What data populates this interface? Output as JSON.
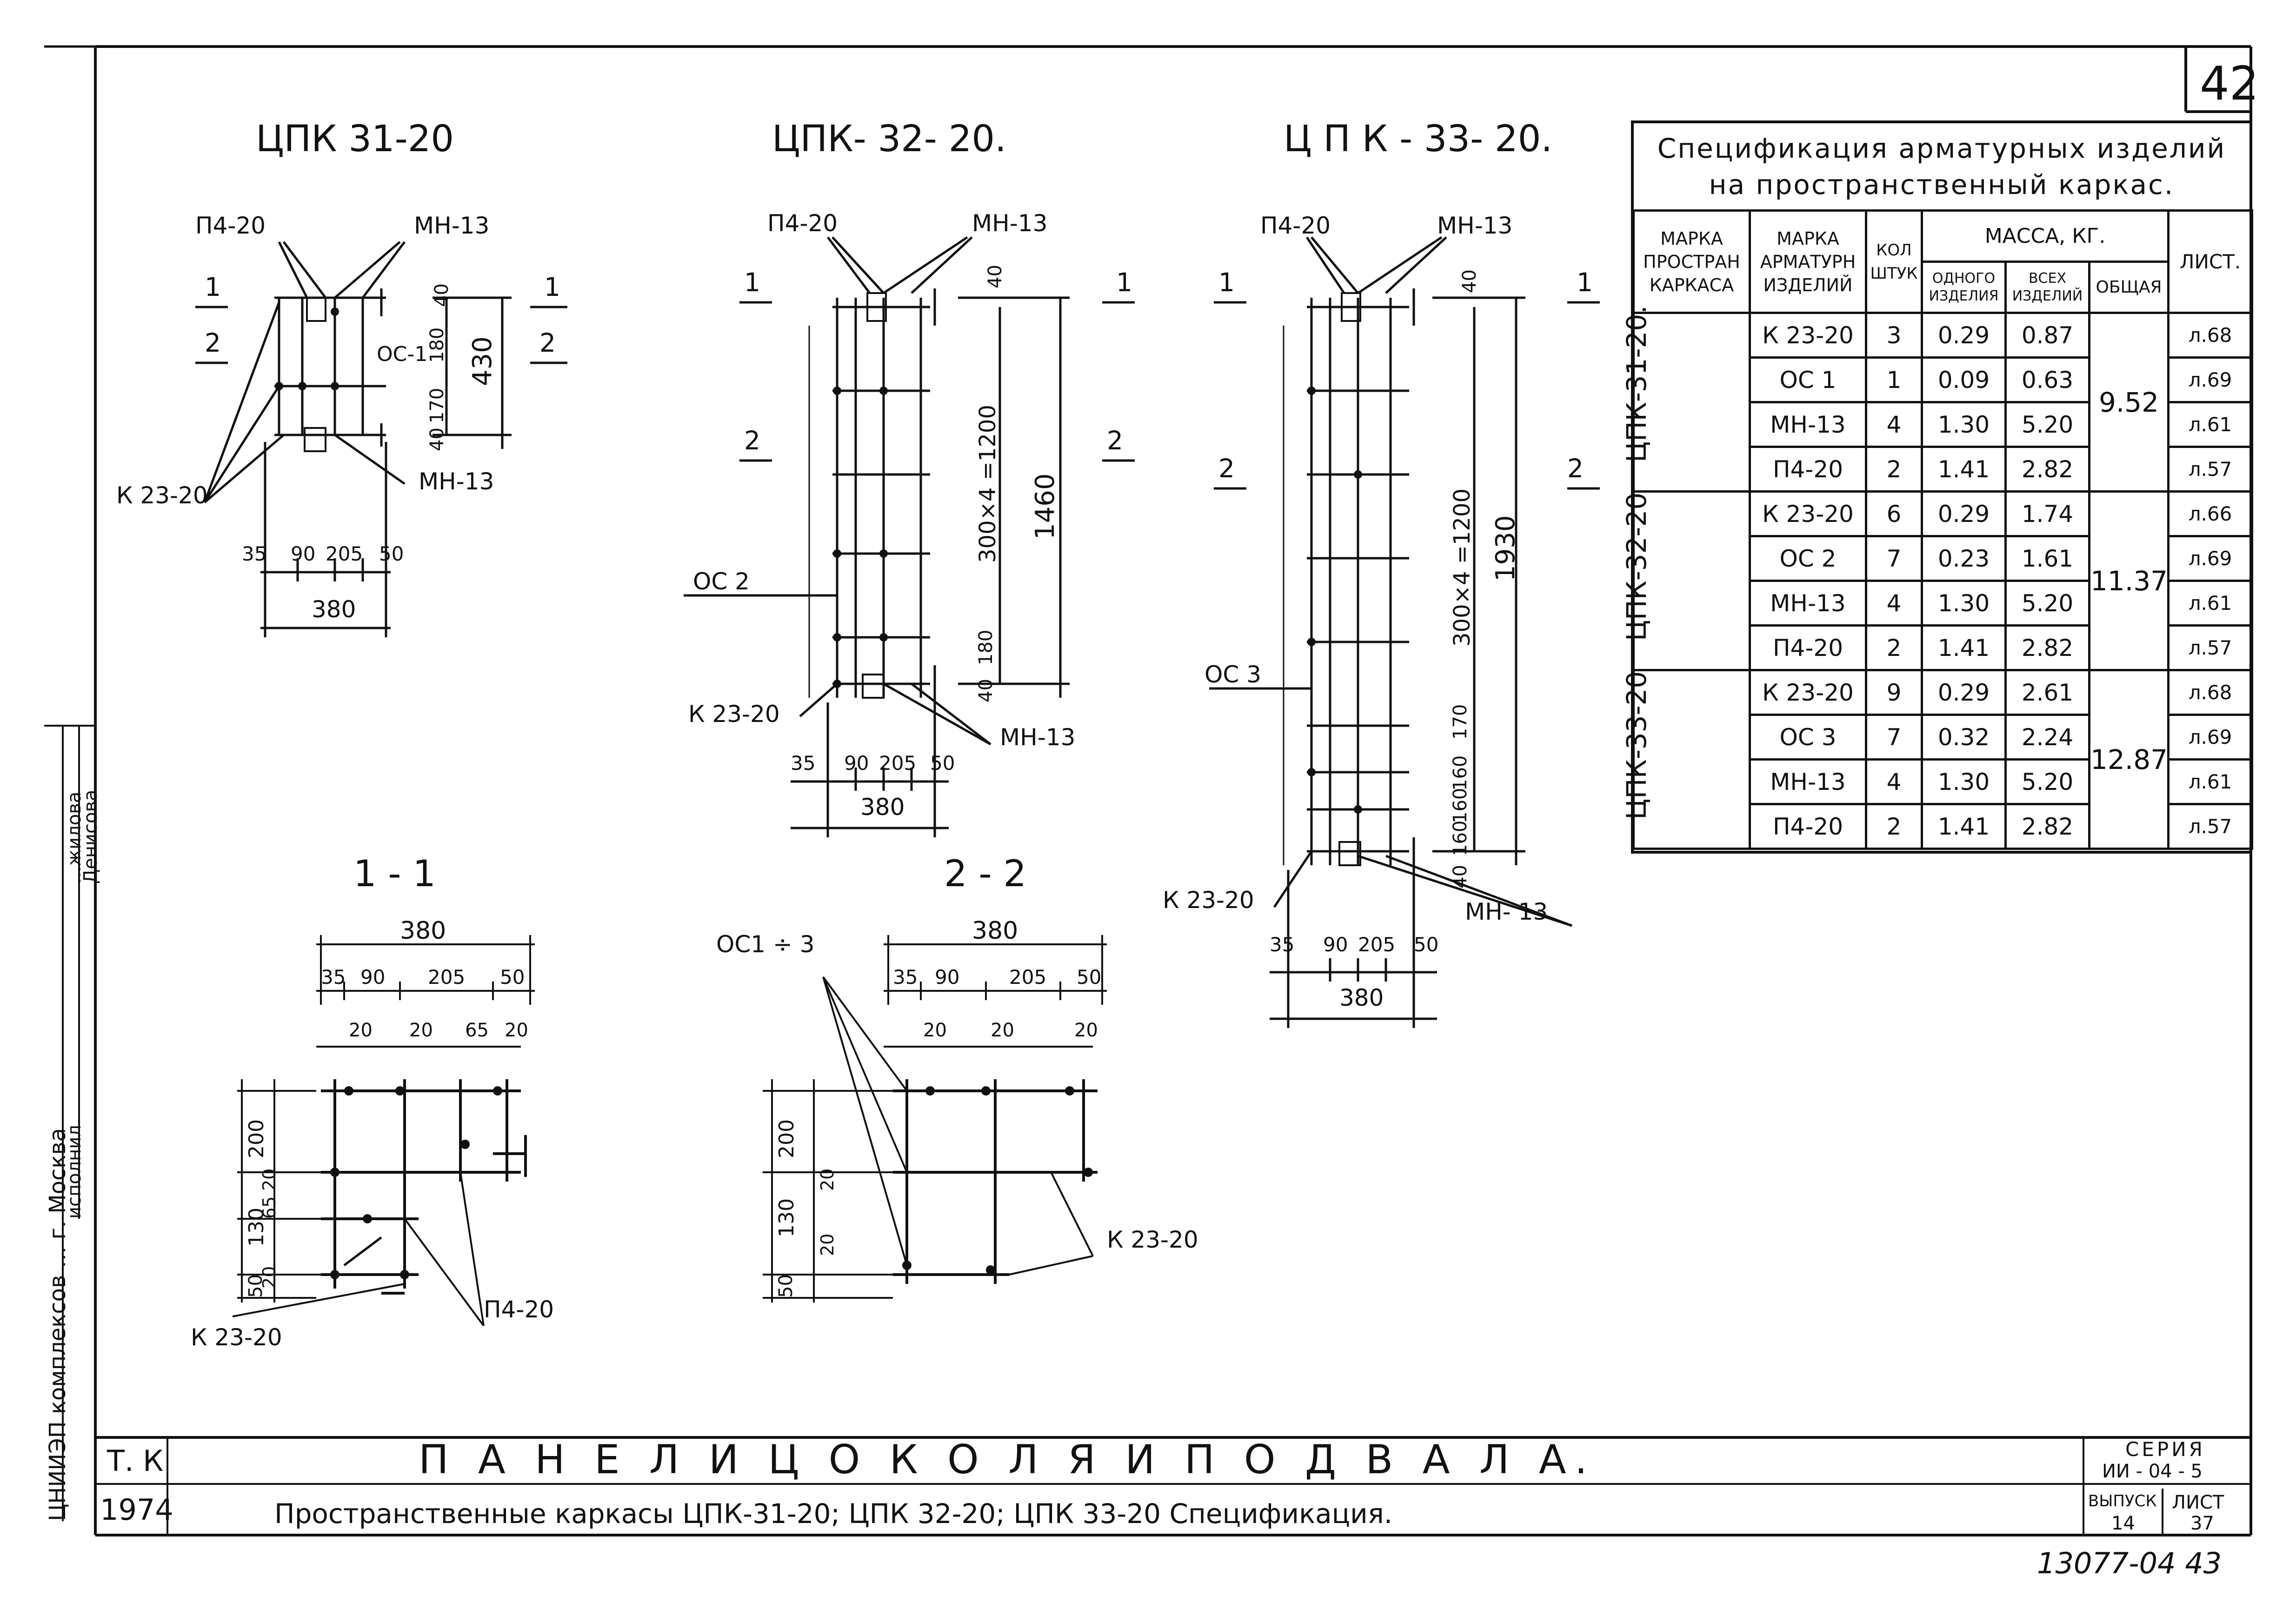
{
  "sheet_number": "42",
  "stamp": "13077-04  43",
  "left_margin": {
    "org": "ЦНИИЭП комплексов ... г. Москва",
    "role": "исполнил",
    "name_top": "...жилова",
    "name": "Денисова"
  },
  "drawings": {
    "cpk31": {
      "title": "ЦПК 31-20",
      "p4": "П4-20",
      "mn_top": "МН-13",
      "mn_bottom": "МН-13",
      "k": "К 23-20",
      "os": "ОС-1",
      "cut1": "1",
      "cut1r": "1",
      "cut2": "2",
      "cut2r": "2",
      "d40": "40",
      "d180": "180",
      "d170": "170",
      "d40b": "40",
      "d430": "430",
      "w35": "35",
      "w90": "90",
      "w205": "205",
      "w50": "50",
      "w380": "380"
    },
    "cpk32": {
      "title": "ЦПК- 32- 20.",
      "p4": "П4-20",
      "mn_top": "МН-13",
      "mn_bottom": "МН-13",
      "k": "К 23-20",
      "os": "ОС 2",
      "cut1": "1",
      "cut1r": "1",
      "cut2": "2",
      "cut2r": "2",
      "d40": "40",
      "d300": "300×4 =1200",
      "d1460": "1460",
      "d180": "180",
      "d40b": "40",
      "w35": "35",
      "w90": "90",
      "w205": "205",
      "w50": "50",
      "w380": "380"
    },
    "cpk33": {
      "title": "Ц П К - 33- 20.",
      "p4": "П4-20",
      "mn_top": "МН-13",
      "mn_bottom": "МН- 13",
      "k": "К 23-20",
      "os": "ОС 3",
      "cut1": "1",
      "cut1r": "1",
      "cut2": "2",
      "cut2r": "2",
      "d40": "40",
      "d300": "300×4 =1200",
      "d1930": "1930",
      "d170": "170",
      "d160a": "160",
      "d160b": "160",
      "d160c": "160",
      "d40b": "40",
      "w35": "35",
      "w90": "90",
      "w205": "205",
      "w50": "50",
      "w380": "380"
    },
    "sec11": {
      "title": "1 - 1",
      "w380": "380",
      "w35": "35",
      "w90": "90",
      "w205": "205",
      "w50": "50",
      "s20a": "20",
      "s20b": "20",
      "s65": "65",
      "s20c": "20",
      "h200": "200",
      "h130": "130",
      "h50": "50",
      "h20a": "20",
      "h65": "65",
      "h20b": "20",
      "k": "К 23-20",
      "p4": "П4-20"
    },
    "sec22": {
      "title": "2 - 2",
      "w380": "380",
      "w35": "35",
      "w90": "90",
      "w205": "205",
      "w50": "50",
      "s20a": "20",
      "s20b": "20",
      "s20c": "20",
      "h200": "200",
      "h130": "130",
      "h50": "50",
      "h20a": "20",
      "h20b": "20",
      "os": "ОС1 ÷ 3",
      "k": "К 23-20"
    }
  },
  "spec_table": {
    "title1": "Спецификация арматурных изделий",
    "title2": "на пространственный каркас.",
    "headers": {
      "marka_karkasa": "МАРКА ПРОСТРАН КАРКАСА",
      "marka_izdeliy": "МАРКА АРМАТУРН ИЗДЕЛИЙ",
      "kol": "КОЛ ШТУК",
      "massa": "МАССА, КГ.",
      "odnogo": "ОДНОГО ИЗДЕЛИЯ",
      "vseh": "ВСЕХ ИЗДЕЛИЙ",
      "obshaya": "ОБЩАЯ",
      "list": "ЛИСТ."
    },
    "groups": [
      {
        "karkas": "ЦПК-31-20.",
        "total": "9.52",
        "rows": [
          {
            "item": "К 23-20",
            "qty": "3",
            "one": "0.29",
            "all": "0.87",
            "sheet": "л.68"
          },
          {
            "item": "ОС 1",
            "qty": "1",
            "one": "0.09",
            "all": "0.63",
            "sheet": "л.69"
          },
          {
            "item": "МН-13",
            "qty": "4",
            "one": "1.30",
            "all": "5.20",
            "sheet": "л.61"
          },
          {
            "item": "П4-20",
            "qty": "2",
            "one": "1.41",
            "all": "2.82",
            "sheet": "л.57"
          }
        ]
      },
      {
        "karkas": "ЦПК-32-20",
        "total": "11.37",
        "rows": [
          {
            "item": "К 23-20",
            "qty": "6",
            "one": "0.29",
            "all": "1.74",
            "sheet": "л.66"
          },
          {
            "item": "ОС 2",
            "qty": "7",
            "one": "0.23",
            "all": "1.61",
            "sheet": "л.69"
          },
          {
            "item": "МН-13",
            "qty": "4",
            "one": "1.30",
            "all": "5.20",
            "sheet": "л.61"
          },
          {
            "item": "П4-20",
            "qty": "2",
            "one": "1.41",
            "all": "2.82",
            "sheet": "л.57"
          }
        ]
      },
      {
        "karkas": "ЦПК-33-20",
        "total": "12.87",
        "rows": [
          {
            "item": "К 23-20",
            "qty": "9",
            "one": "0.29",
            "all": "2.61",
            "sheet": "л.68"
          },
          {
            "item": "ОС 3",
            "qty": "7",
            "one": "0.32",
            "all": "2.24",
            "sheet": "л.69"
          },
          {
            "item": "МН-13",
            "qty": "4",
            "one": "1.30",
            "all": "5.20",
            "sheet": "л.61"
          },
          {
            "item": "П4-20",
            "qty": "2",
            "one": "1.41",
            "all": "2.82",
            "sheet": "л.57"
          }
        ]
      }
    ]
  },
  "title_block": {
    "tk": "Т. К",
    "year": "1974",
    "main_title": "П А Н Е Л И   Ц О К О Л Я   И   П О Д В А Л А.",
    "subtitle": "Пространственные каркасы  ЦПК-31-20; ЦПК 32-20; ЦПК 33-20   Спецификация.",
    "seriya_label": "СЕРИЯ",
    "seriya": "ИИ - 04 - 5",
    "vypusk_label": "ВЫПУСК",
    "vypusk": "14",
    "list_label": "ЛИСТ",
    "list": "37"
  }
}
